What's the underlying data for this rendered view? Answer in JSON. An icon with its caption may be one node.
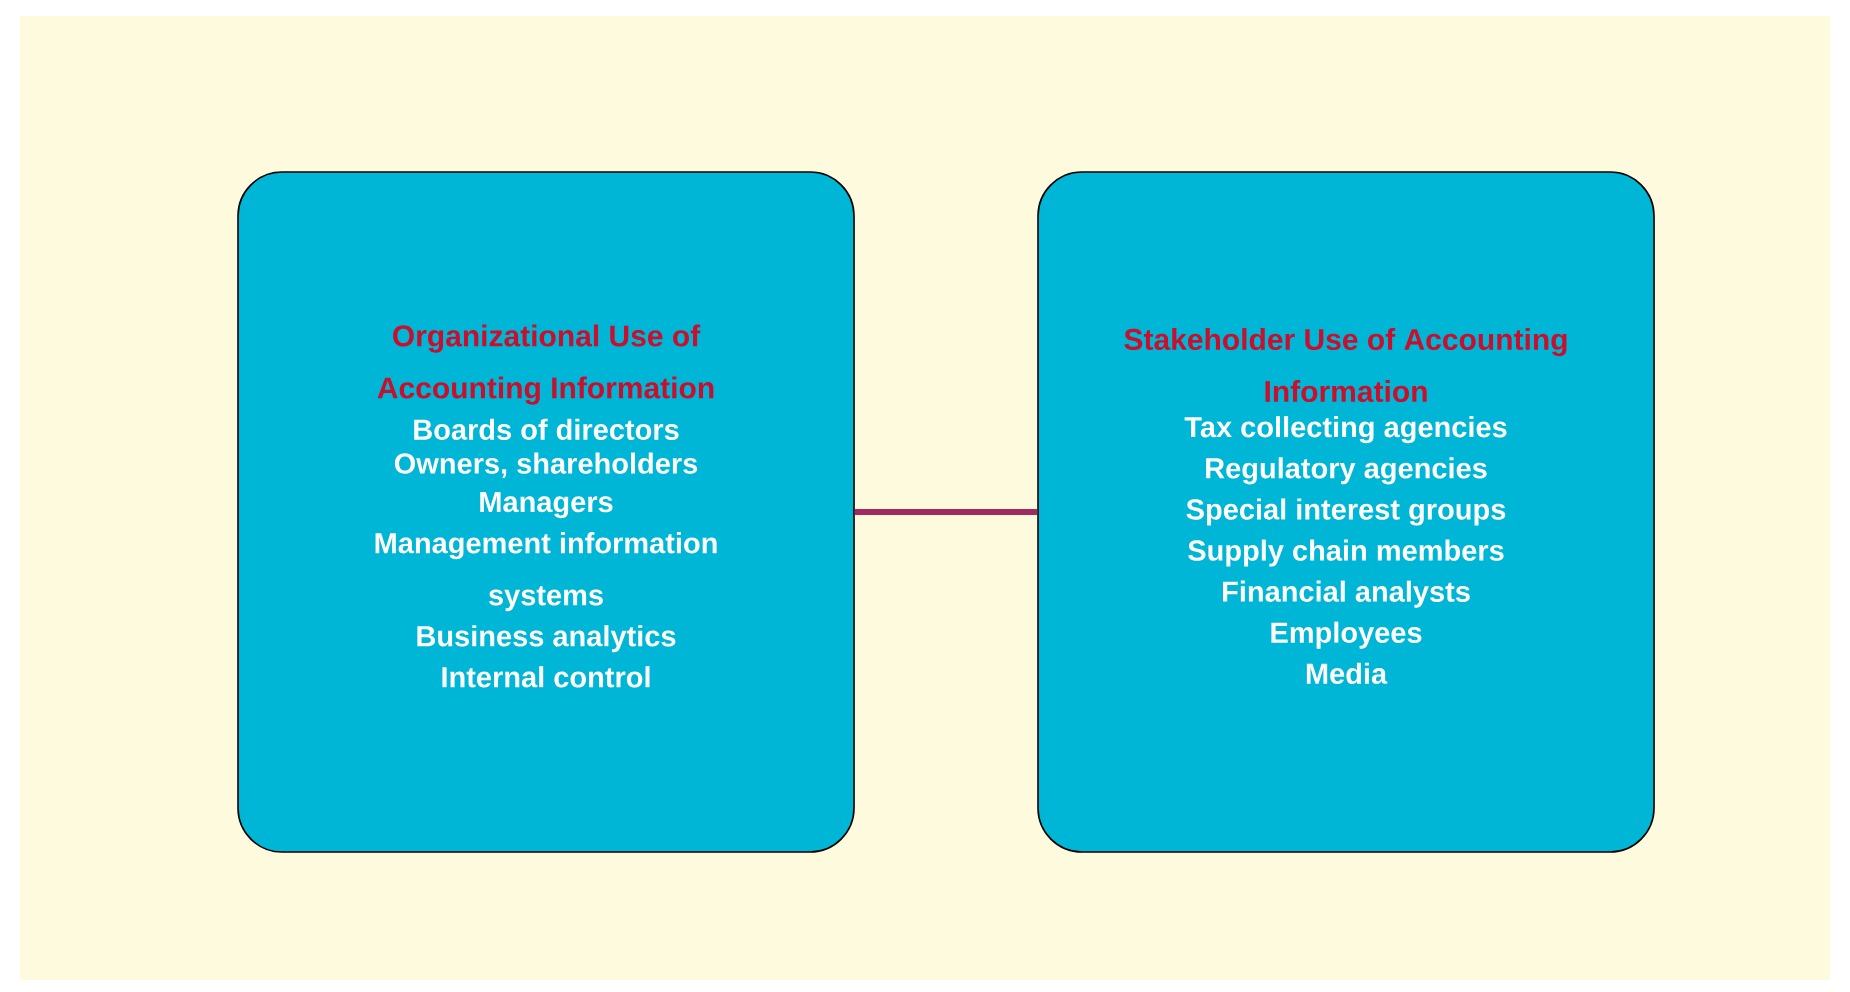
{
  "diagram": {
    "nodes": [
      {
        "text": [
          "Organizational Use of Accounting Information",
          "Boards of directors",
          "Owners, shareholders",
          "Managers",
          "Management information systems",
          "Business analytics",
          "Internal control"
        ]
      },
      {
        "text": [
          "Stakeholder Use of Accounting Information",
          "Tax collecting agencies",
          "Regulatory agencies",
          "Special interest groups",
          "Supply chain members",
          "Financial analysts",
          "Employees",
          "Media"
        ]
      }
    ],
    "edges": [
      {
        "from": 0,
        "to": 1,
        "arrow": "none"
      }
    ]
  }
}
